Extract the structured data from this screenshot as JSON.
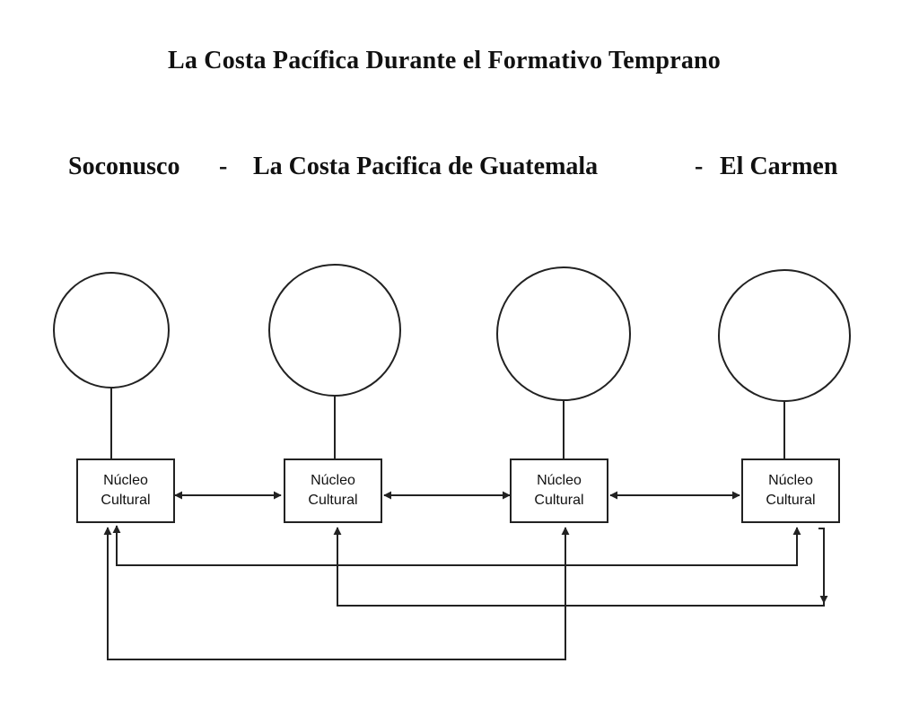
{
  "title": "La Costa Pacífica Durante el Formativo Temprano",
  "subtitle": {
    "region_1": "Soconusco",
    "separator_1": "-",
    "region_2": "La Costa Pacifica de Guatemala",
    "separator_2": "-",
    "region_3": "El Carmen"
  },
  "nodes": [
    {
      "line1": "Núcleo",
      "line2": "Cultural"
    },
    {
      "line1": "Núcleo",
      "line2": "Cultural"
    },
    {
      "line1": "Núcleo",
      "line2": "Cultural"
    },
    {
      "line1": "Núcleo",
      "line2": "Cultural"
    }
  ],
  "colors": {
    "stroke": "#222222",
    "background": "#ffffff"
  }
}
